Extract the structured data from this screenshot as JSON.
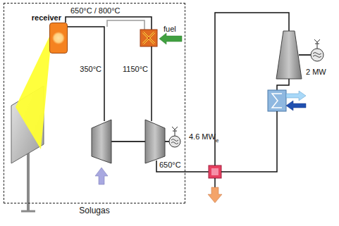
{
  "diagram": {
    "nodes": [
      {
        "text": [
          "Solugas"
        ]
      },
      {
        "text": [
          "receiver"
        ],
        "in": 0
      }
    ],
    "labels": [
      "650°C / 800°C",
      "350°C",
      "1150°C",
      "fuel",
      "4.6 MW",
      "e",
      "650°C",
      "2 MW"
    ]
  }
}
